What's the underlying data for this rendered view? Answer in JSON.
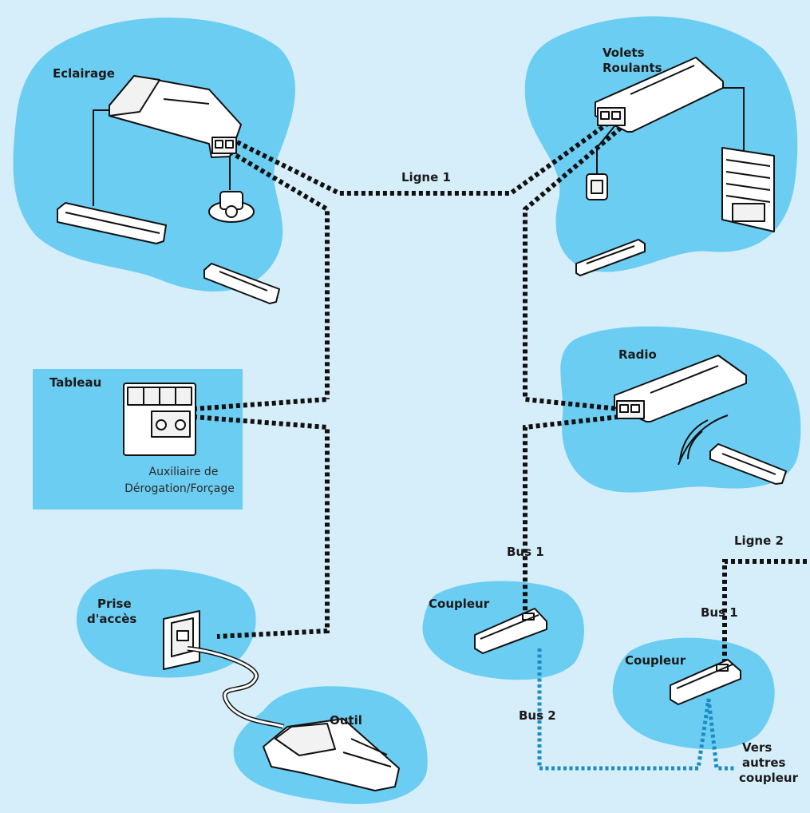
{
  "labels": {
    "eclairage": "Eclairage",
    "volets_line1": "Volets",
    "volets_line2": "Roulants",
    "ligne1": "Ligne 1",
    "tableau": "Tableau",
    "aux_line1": "Auxiliaire de",
    "aux_line2": "Dérogation/Forçage",
    "radio": "Radio",
    "bus1_left": "Bus 1",
    "coupleur_left": "Coupleur",
    "prise_line1": "Prise",
    "prise_line2": "d'accès",
    "outil": "Outil",
    "bus2": "Bus 2",
    "ligne2": "Ligne 2",
    "bus1_right": "Bus 1",
    "coupleur_right": "Coupleur",
    "vers_line1": "Vers",
    "vers_line2": "autres",
    "vers_line3": "coupleur"
  },
  "colors": {
    "background": "#d6eef9",
    "zone": "#6ccdf2",
    "bus_line": "#111111",
    "bus2_line": "#1b8dc2"
  }
}
